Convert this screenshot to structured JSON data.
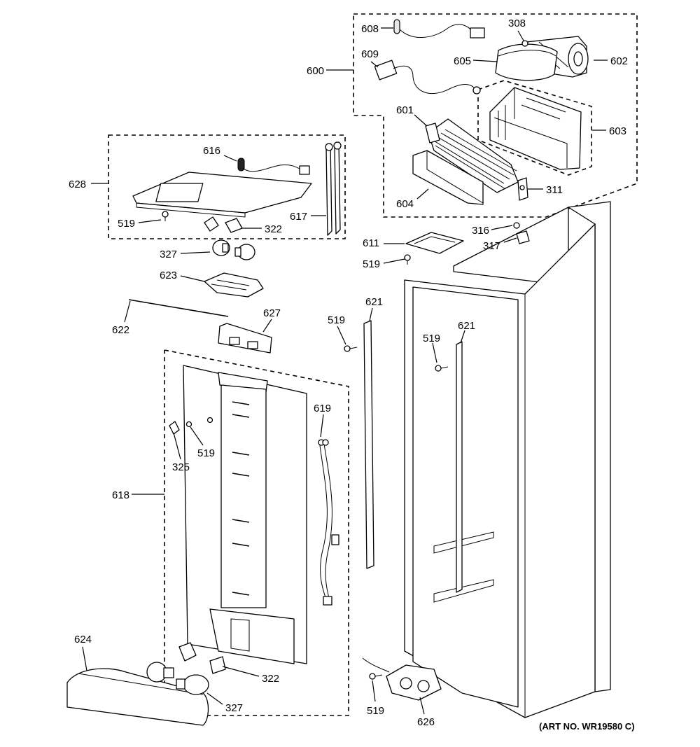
{
  "art_number": "(ART NO. WR19580 C)",
  "callouts": {
    "c608": "608",
    "c308": "308",
    "c609": "609",
    "c605": "605",
    "c602": "602",
    "c600": "600",
    "c601": "601",
    "c603": "603",
    "c604": "604",
    "c311": "311",
    "c616": "616",
    "c628": "628",
    "c617": "617",
    "c519a": "519",
    "c322a": "322",
    "c316": "316",
    "c611": "611",
    "c317": "317",
    "c519b": "519",
    "c327a": "327",
    "c623": "623",
    "c621a": "621",
    "c621b": "621",
    "c519c": "519",
    "c519d": "519",
    "c622": "622",
    "c627": "627",
    "c619": "619",
    "c519e": "519",
    "c325": "325",
    "c618": "618",
    "c624": "624",
    "c322b": "322",
    "c327b": "327",
    "c519f": "519",
    "c626": "626"
  }
}
